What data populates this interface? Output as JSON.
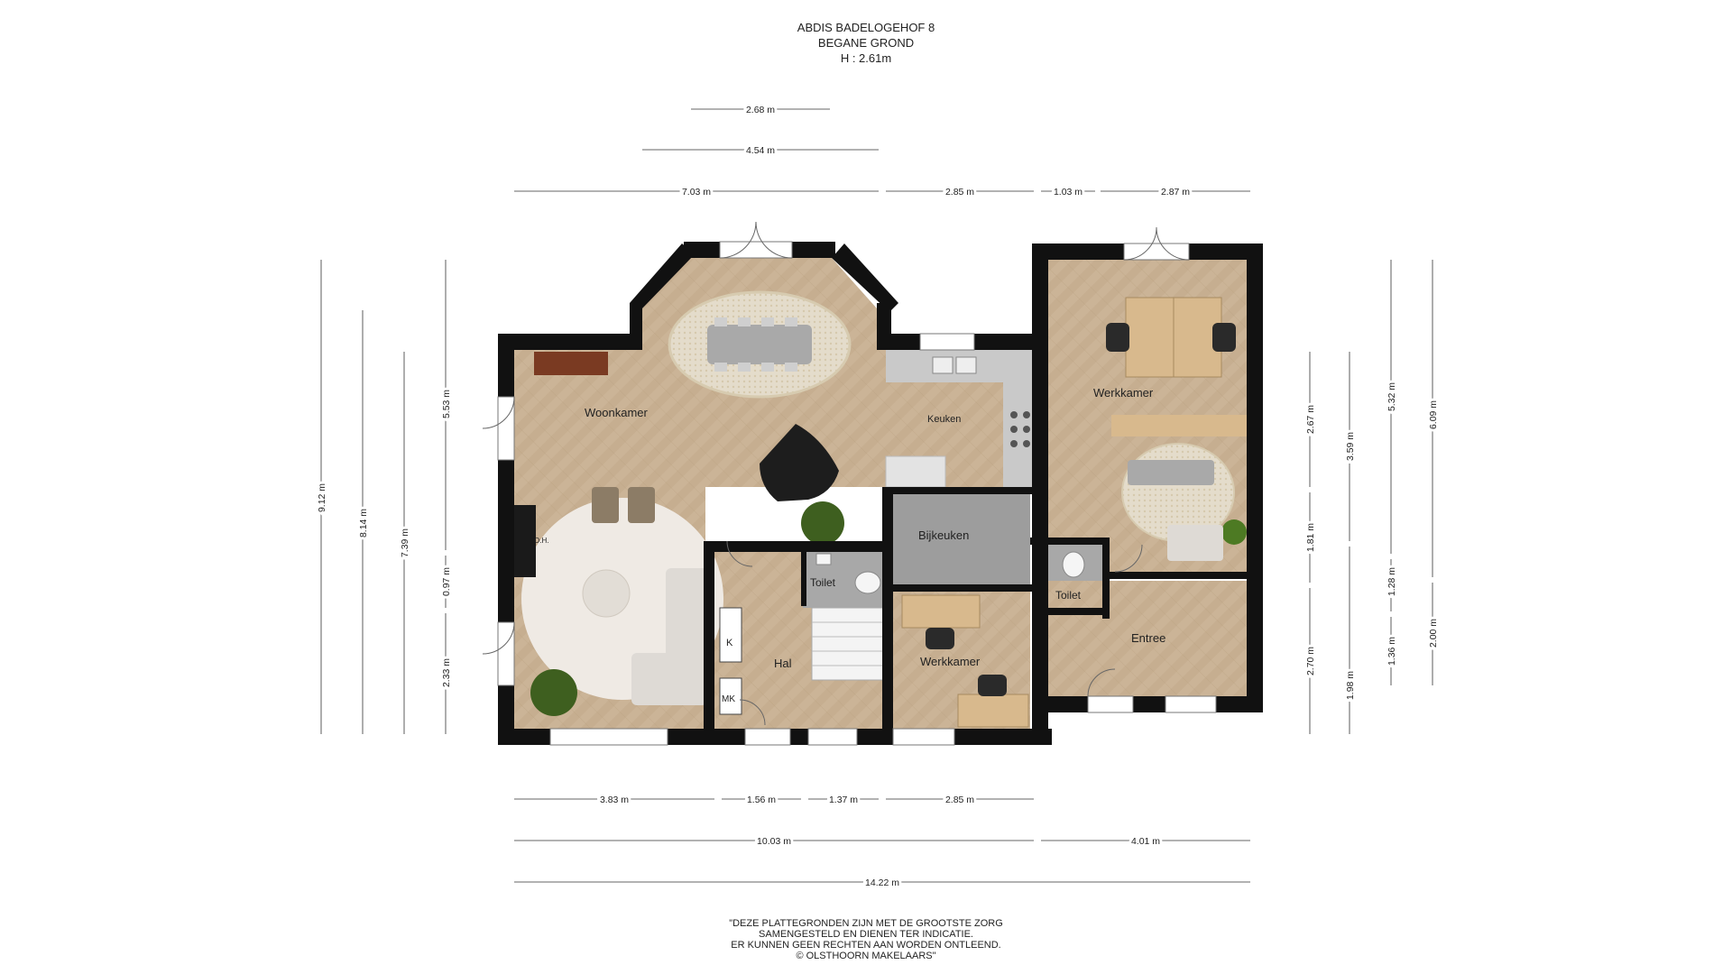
{
  "header": {
    "line1": "ABDIS BADELOGEHOF 8",
    "line2": "BEGANE GROND",
    "line3": "H : 2.61m"
  },
  "rooms": {
    "woonkamer": "Woonkamer",
    "keuken": "Keuken",
    "bijkeuken": "Bijkeuken",
    "toilet_1": "Toilet",
    "toilet_2": "Toilet",
    "hal": "Hal",
    "werkkamer_small": "Werkkamer",
    "werkkamer_large": "Werkkamer",
    "entree": "Entree",
    "oh": "O.H.",
    "k": "K",
    "mk": "MK"
  },
  "dimensions": {
    "top": [
      "2.68 m",
      "4.54 m",
      "7.03 m",
      "2.85 m",
      "1.03 m",
      "2.87 m"
    ],
    "bottom": [
      "3.83 m",
      "1.56 m",
      "1.37 m",
      "2.85 m",
      "10.03 m",
      "4.01 m",
      "14.22 m"
    ],
    "left": [
      "9.12 m",
      "8.14 m",
      "7.39 m",
      "5.53 m",
      "0.97 m",
      "2.33 m"
    ],
    "right": [
      "2.67 m",
      "1.81 m",
      "2.70 m",
      "3.59 m",
      "1.98 m",
      "5.32 m",
      "1.28 m",
      "1.36 m",
      "6.09 m",
      "2.00 m"
    ]
  },
  "footer": {
    "line1": "\"DEZE PLATTEGRONDEN ZIJN MET DE GROOTSTE ZORG",
    "line2": "SAMENGESTELD EN DIENEN TER INDICATIE.",
    "line3": "ER KUNNEN GEEN RECHTEN AAN WORDEN ONTLEEND.",
    "line4": "© OLSTHOORN MAKELAARS\""
  },
  "colors": {
    "wall": "#111111",
    "floor_wood": "#cbb497",
    "floor_tile": "#9d9d9d",
    "counter": "#c9c9c9",
    "rug": "#ece8e1",
    "plant": "#3e5f1f"
  }
}
